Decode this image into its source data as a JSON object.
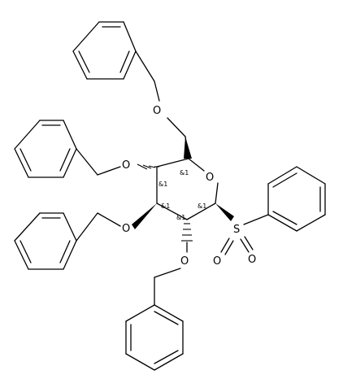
{
  "molecule": {
    "atoms": {
      "oxygen": "O",
      "sulfur": "S"
    },
    "stereo_descriptor": "&1"
  }
}
